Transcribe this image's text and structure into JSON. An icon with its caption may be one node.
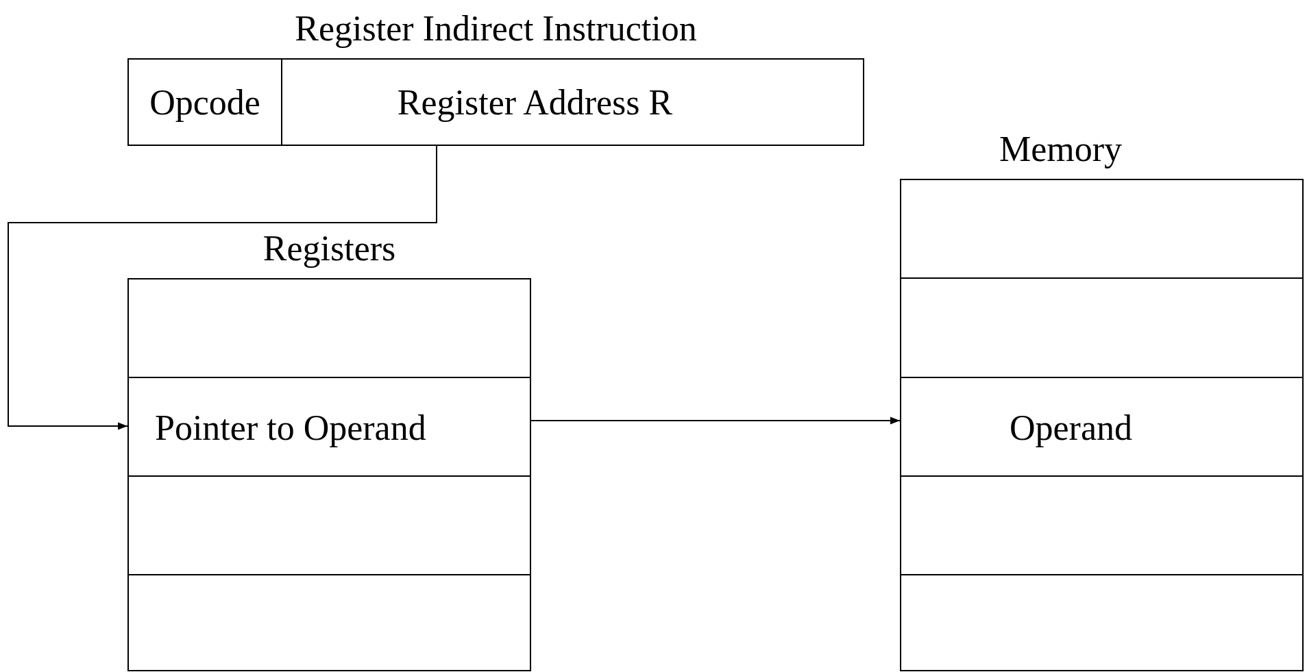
{
  "diagram": {
    "nodes": [
      {
        "text": [
          "Register Indirect Instruction"
        ]
      },
      {
        "text": [
          "Opcode"
        ],
        "in": 0
      },
      {
        "text": [
          "Register Address R"
        ],
        "in": 0
      },
      {
        "text": [
          "Registers"
        ]
      },
      {
        "text": [],
        "shape": "box",
        "in": 3
      },
      {
        "text": [
          "Pointer to Operand"
        ],
        "in": 3
      },
      {
        "text": [],
        "shape": "box",
        "in": 3
      },
      {
        "text": [],
        "shape": "box",
        "in": 3
      },
      {
        "text": [
          "Memory"
        ]
      },
      {
        "text": [],
        "shape": "box",
        "in": 8
      },
      {
        "text": [],
        "shape": "box",
        "in": 8
      },
      {
        "text": [
          "Operand"
        ],
        "in": 8
      },
      {
        "text": [],
        "shape": "box",
        "in": 8
      },
      {
        "text": [],
        "shape": "box",
        "in": 8
      }
    ],
    "edges": [
      {
        "from": 2,
        "to": 5,
        "arrow": "to"
      },
      {
        "from": 5,
        "to": 11,
        "arrow": "to"
      }
    ]
  }
}
